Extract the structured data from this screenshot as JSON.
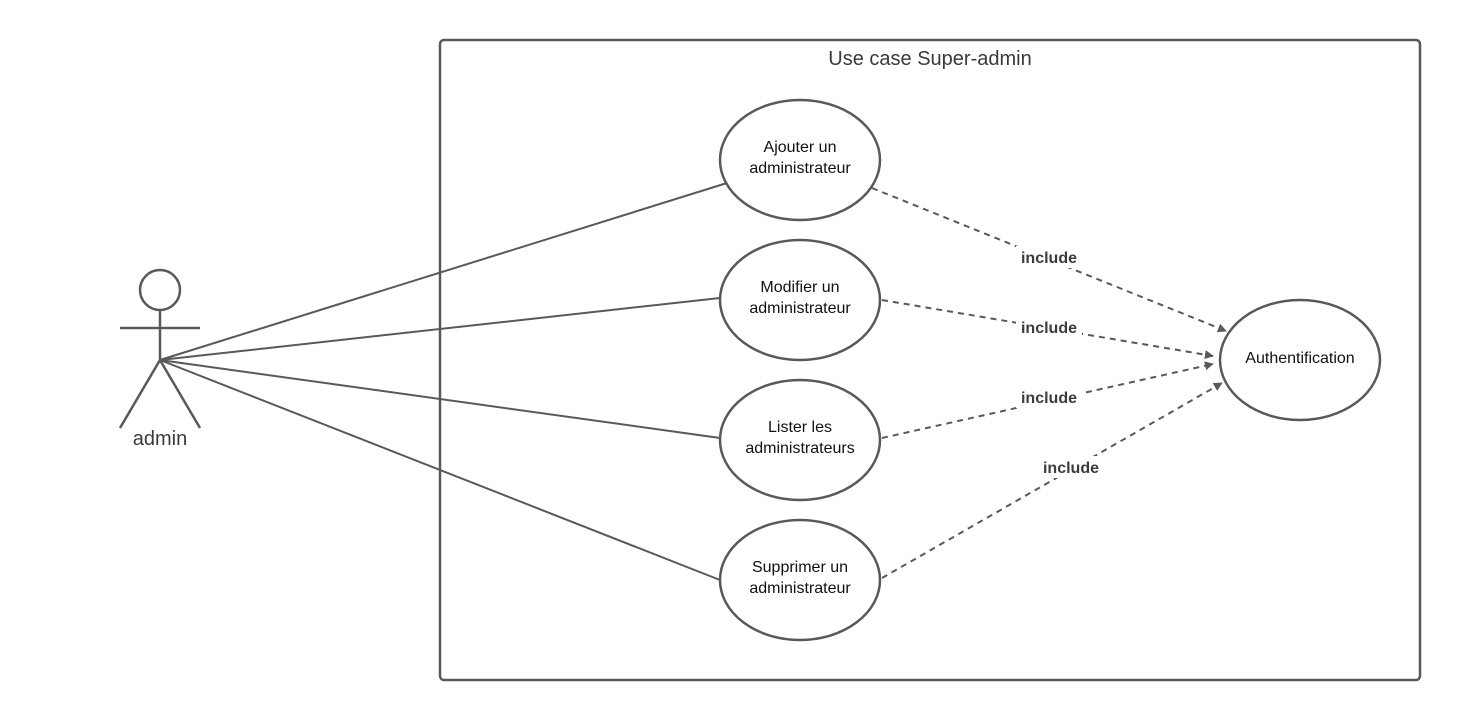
{
  "system": {
    "title": "Use case Super-admin"
  },
  "actor": {
    "label": "admin"
  },
  "use_cases": [
    {
      "id": "ajouter",
      "lines": [
        "Ajouter un",
        "administrateur"
      ]
    },
    {
      "id": "modifier",
      "lines": [
        "Modifier un",
        "administrateur"
      ]
    },
    {
      "id": "lister",
      "lines": [
        "Lister les",
        "administrateurs"
      ]
    },
    {
      "id": "supprimer",
      "lines": [
        "Supprimer un",
        "administrateur"
      ]
    },
    {
      "id": "authentification",
      "lines": [
        "Authentification"
      ]
    }
  ],
  "relations": {
    "label": "include",
    "include": [
      {
        "from": "ajouter",
        "to": "authentification",
        "label": "include"
      },
      {
        "from": "modifier",
        "to": "authentification",
        "label": "include"
      },
      {
        "from": "lister",
        "to": "authentification",
        "label": "include"
      },
      {
        "from": "supprimer",
        "to": "authentification",
        "label": "include"
      }
    ],
    "associations": [
      {
        "from": "admin",
        "to": "ajouter"
      },
      {
        "from": "admin",
        "to": "modifier"
      },
      {
        "from": "admin",
        "to": "lister"
      },
      {
        "from": "admin",
        "to": "supprimer"
      }
    ]
  },
  "colors": {
    "stroke": "#595959",
    "background": "#ffffff",
    "text": "#1f1f1f"
  }
}
